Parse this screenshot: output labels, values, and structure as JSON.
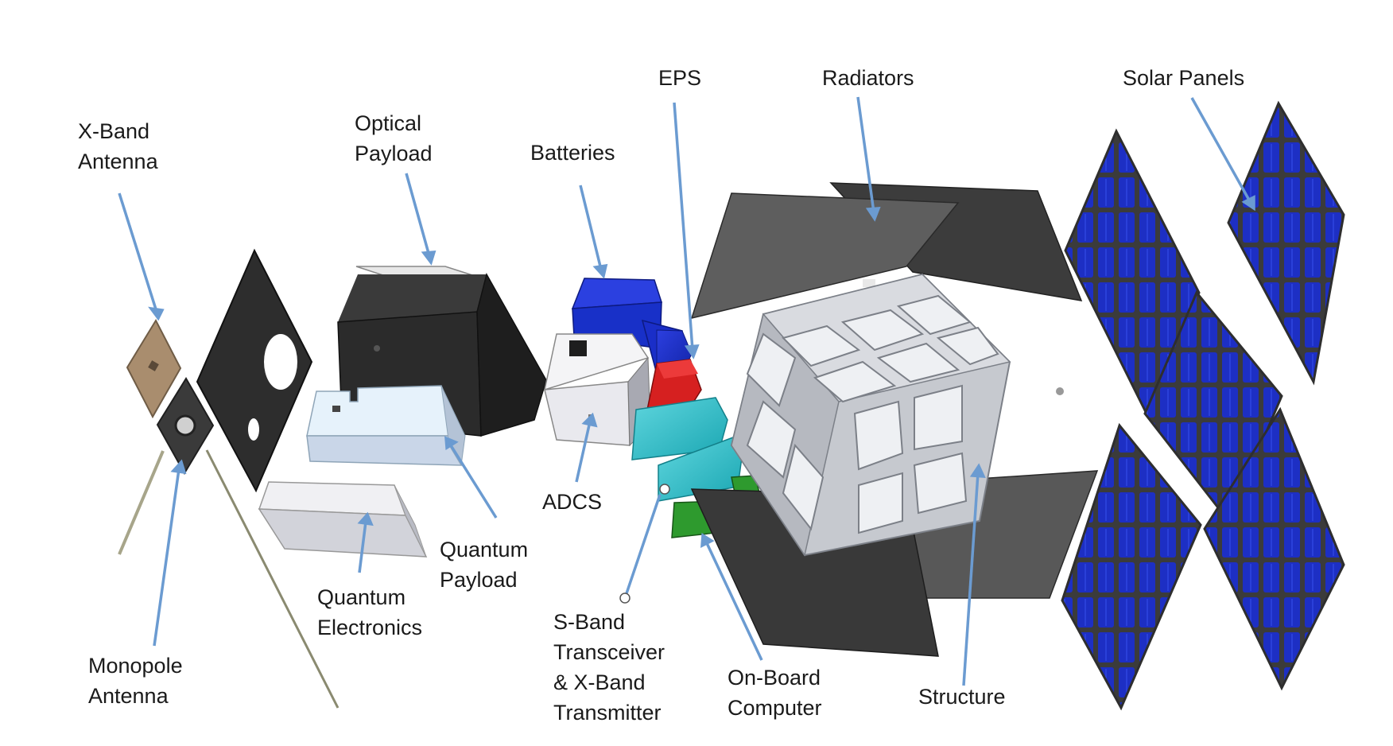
{
  "labels": {
    "x_band_antenna": [
      "X-Band",
      "Antenna"
    ],
    "optical_payload": [
      "Optical",
      "Payload"
    ],
    "batteries": [
      "Batteries"
    ],
    "eps": [
      "EPS"
    ],
    "radiators": [
      "Radiators"
    ],
    "solar_panels": [
      "Solar Panels"
    ],
    "adcs": [
      "ADCS"
    ],
    "quantum_payload": [
      "Quantum",
      "Payload"
    ],
    "quantum_electronics": [
      "Quantum",
      "Electronics"
    ],
    "monopole_antenna": [
      "Monopole",
      "Antenna"
    ],
    "s_band_transceiver": [
      "S-Band",
      "Transceiver",
      "& X-Band",
      "Transmitter"
    ],
    "on_board_computer": [
      "On-Board",
      "Computer"
    ],
    "structure": [
      "Structure"
    ]
  },
  "colors": {
    "leader_line": "#6b9bd1",
    "solar_cell": "#1f2fb8",
    "solar_frame": "#3a3a3a",
    "battery": "#1830c8",
    "eps": "#d62020",
    "transceiver": "#2bbcc8",
    "obc": "#2e9a2e",
    "radiator": "#3c3c3c",
    "structure": "#c8ccd2",
    "x_band_patch": "#a98d6e"
  }
}
